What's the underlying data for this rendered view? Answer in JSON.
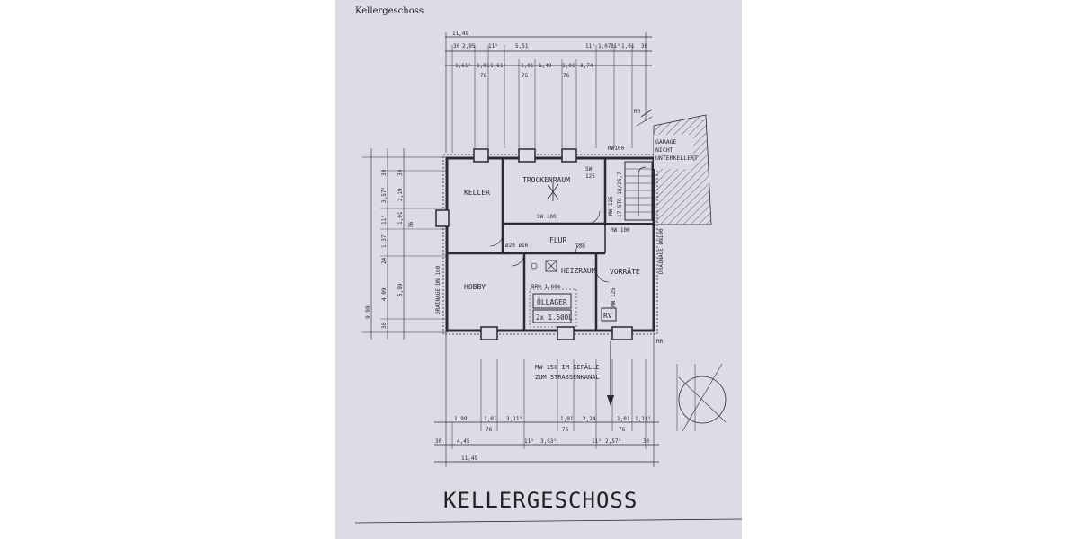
{
  "page": {
    "header": "Kellergeschoss",
    "big_title": "KELLERGESCHOSS"
  },
  "rooms": {
    "keller": "KELLER",
    "trockenraum": "TROCKENRAUM",
    "flur": "FLUR",
    "heizraum": "HEIZRAUM",
    "vorrate": "VORRÄTE",
    "hobby": "HOBBY",
    "ollager": "ÖLLAGER",
    "ollager_cap": "2x 1.500L",
    "rv": "RV"
  },
  "annotations": {
    "garage_1": "GARAGE",
    "garage_2": "NICHT",
    "garage_3": "UNTERKELLERT",
    "rw100_top": "RW100",
    "rw100_side": "RW 100",
    "sw125": "SW",
    "sw125_b": "125",
    "sw100": "SW 100",
    "mw125": "MW 125",
    "mw125b": "MW 125",
    "stg": "17 STG 18/26,7",
    "t30": "T30",
    "door_sizes": "ø20 ø16",
    "brh": "BRH 1,60m",
    "drain_left": "DRAINAGE DN 100",
    "drain_right": "DRAINAGE DN100",
    "rr_top": "RR",
    "rr_bottom": "RR",
    "mw150_1": "MW 150 IM GEFÄLLE",
    "mw150_2": "ZUM STRASSENKANAL"
  },
  "dimensions": {
    "top_total": "11,49",
    "top_row2": [
      "30",
      "2,95",
      "11⁵",
      "5,51",
      "11⁵",
      "1,07⁵",
      "11⁵",
      "1,01",
      "30"
    ],
    "top_row3": [
      "1,61⁵",
      "1,01",
      "1,61⁵",
      "1,01",
      "1,49",
      "1,01",
      "3,74"
    ],
    "top_row3b": [
      "76",
      "76",
      "76"
    ],
    "left_outer": "9,99",
    "left_mid": [
      "30",
      "3,57⁵",
      "11⁵",
      "24",
      "1,37",
      "4,09",
      "30"
    ],
    "left_inner": [
      "30",
      "2,19",
      "1,01",
      "76",
      "5,99"
    ],
    "bottom_row1": [
      "1,99",
      "1,01",
      "3,11⁵",
      "1,01",
      "2,24",
      "1,01",
      "1,11⁵"
    ],
    "bottom_row1b": [
      "76",
      "76",
      "76"
    ],
    "bottom_row2": [
      "30",
      "4,45",
      "11⁵",
      "3,63⁵",
      "11⁵",
      "2,57⁵",
      "30"
    ],
    "bottom_total": "11,49"
  }
}
